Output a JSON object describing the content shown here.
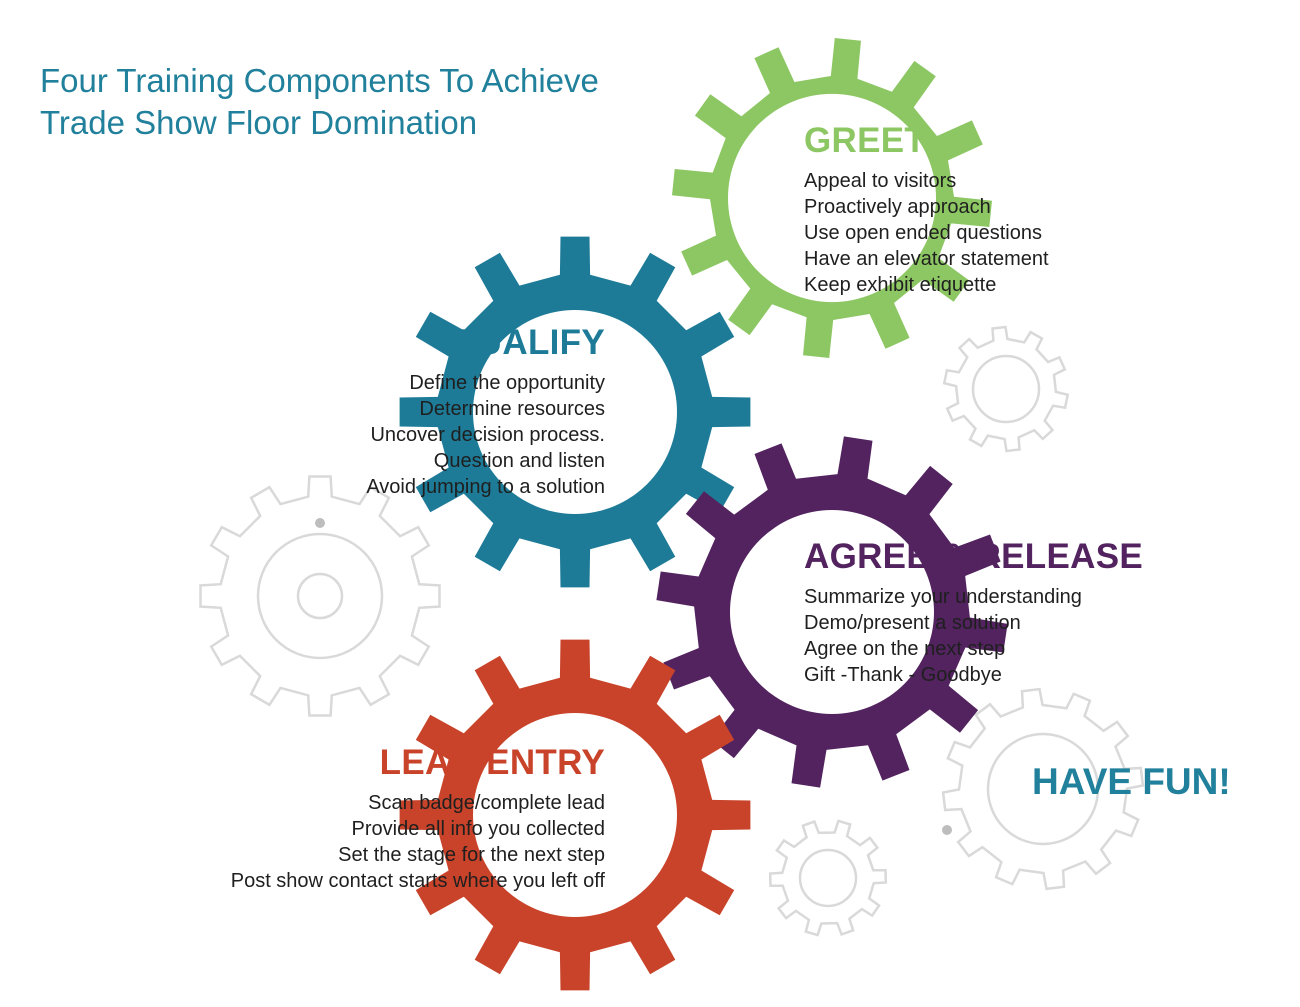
{
  "title": {
    "line1": "Four Training Components To Achieve",
    "line2": "Trade Show Floor Domination"
  },
  "colors": {
    "title": "#21809b",
    "greet": "#8dc764",
    "qualify": "#1e7b98",
    "agree": "#52235f",
    "lead": "#c8432a",
    "fun": "#21809b",
    "outline_gears": "#d9d9d9"
  },
  "components": [
    {
      "key": "greet",
      "heading": "GREET",
      "items": [
        "Appeal to visitors",
        "Proactively approach",
        "Use open ended questions",
        "Have an elevator statement",
        "Keep exhibit etiquette"
      ]
    },
    {
      "key": "qualify",
      "heading": "QUALIFY",
      "items": [
        "Define the opportunity",
        "Determine resources",
        "Uncover decision process.",
        "Question and listen",
        "Avoid jumping to a solution"
      ]
    },
    {
      "key": "agree",
      "heading": "AGREE & RELEASE",
      "items": [
        "Summarize your understanding",
        "Demo/present a solution",
        "Agree on the next step",
        "Gift -Thank - Goodbye"
      ]
    },
    {
      "key": "lead",
      "heading": "LEAD ENTRY",
      "items": [
        "Scan badge/complete lead",
        "Provide all info you collected",
        "Set the stage for the next step",
        "Post show contact starts where you left off"
      ]
    }
  ],
  "closing": "HAVE FUN!"
}
